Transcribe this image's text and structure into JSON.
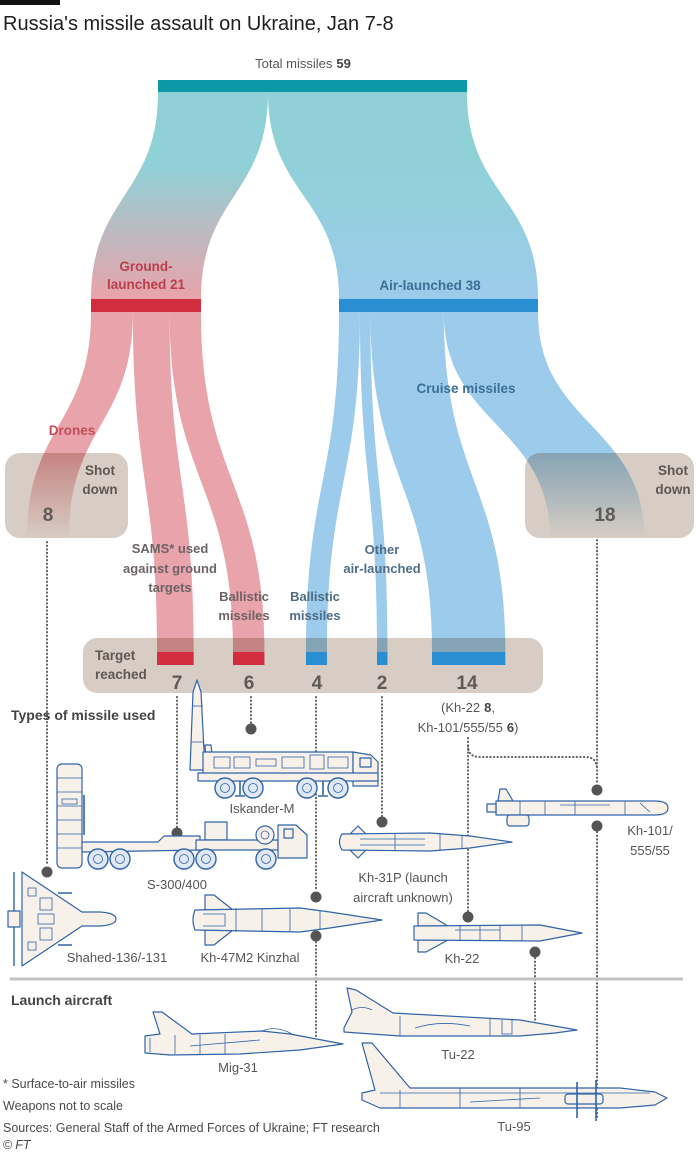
{
  "header": {
    "title": "Russia's missile assault on Ukraine, Jan 7-8"
  },
  "sankey": {
    "total": {
      "label": "Total missiles",
      "value": "59"
    },
    "ground": {
      "line1": "Ground-",
      "line2": "launched 21"
    },
    "air": {
      "label": "Air-launched 38"
    },
    "drones_label": "Drones",
    "cruise_label": "Cruise missiles",
    "shot_down_ground": {
      "line1": "Shot",
      "line2": "down",
      "value": "8"
    },
    "shot_down_air": {
      "line1": "Shot",
      "line2": "down",
      "value": "18"
    },
    "sams_label": [
      "SAMS* used",
      "against ground",
      "targets"
    ],
    "ballistic_ground_label": [
      "Ballistic",
      "missiles"
    ],
    "ballistic_air_label": [
      "Ballistic",
      "missiles"
    ],
    "other_air_label": [
      "Other",
      "air-launched"
    ],
    "target_reached": {
      "line1": "Target",
      "line2": "reached",
      "values": [
        "7",
        "6",
        "4",
        "2",
        "14"
      ]
    },
    "cruise_breakdown": {
      "line1": {
        "prefix": "(Kh-22",
        "num": "8",
        "suffix": ","
      },
      "line2": {
        "prefix": "Kh-101/555/55",
        "num": "6",
        "suffix": ")"
      }
    }
  },
  "missile_types": {
    "heading": "Types of missile used",
    "items": [
      {
        "id": "iskander",
        "label": "Iskander-M",
        "icon": "iskander-m-launcher"
      },
      {
        "id": "s300",
        "label": "S-300/400",
        "icon": "s-300-400-launcher"
      },
      {
        "id": "kh31p",
        "lines": [
          "Kh-31P (launch",
          "aircraft unknown)"
        ],
        "icon": "kh-31p-missile"
      },
      {
        "id": "kh101",
        "lines": [
          "Kh-101/",
          "555/55"
        ],
        "icon": "kh-101-missile"
      },
      {
        "id": "shahed",
        "label": "Shahed-136/-131",
        "icon": "shahed-drone"
      },
      {
        "id": "kinzhal",
        "label": "Kh-47M2 Kinzhal",
        "icon": "kinzhal-missile"
      },
      {
        "id": "kh22",
        "label": "Kh-22",
        "icon": "kh-22-missile"
      }
    ]
  },
  "launch_aircraft": {
    "heading": "Launch aircraft",
    "items": [
      {
        "label": "Mig-31",
        "icon": "mig-31-aircraft"
      },
      {
        "label": "Tu-22",
        "icon": "tu-22-aircraft"
      },
      {
        "label": "Tu-95",
        "icon": "tu-95-aircraft"
      }
    ]
  },
  "footnotes": {
    "sams": "* Surface-to-air missiles",
    "scale": "Weapons not to scale",
    "sources": "Sources: General Staff of the Armed Forces of Ukraine; FT research",
    "copyright": {
      "symbol": "©",
      "owner": "FT"
    }
  },
  "colors": {
    "total_bar": "#0b99a7",
    "ground_bar": "#d12d3e",
    "air_bar": "#2a8fd2",
    "ground_flow": "#e9a3aa",
    "air_flow": "#9dcbeb",
    "total_flow": "#8fd1d7",
    "outcome_box": "#d7cdc4",
    "illustration_stroke": "#2f64a7"
  },
  "chart_data": {
    "type": "sankey",
    "title": "Russia's missile assault on Ukraine, Jan 7-8",
    "units": "missiles",
    "nodes": [
      {
        "id": "total",
        "label": "Total missiles",
        "value": 59
      },
      {
        "id": "ground",
        "label": "Ground-launched",
        "value": 21
      },
      {
        "id": "air",
        "label": "Air-launched",
        "value": 38
      },
      {
        "id": "shot_down_ground",
        "label": "Shot down",
        "value": 8
      },
      {
        "id": "shot_down_air",
        "label": "Shot down",
        "value": 18
      },
      {
        "id": "target_sams",
        "label": "Target reached (SAMS used against ground targets)",
        "value": 7
      },
      {
        "id": "target_ballistic_ground",
        "label": "Target reached (Ballistic missiles, ground)",
        "value": 6
      },
      {
        "id": "target_ballistic_air",
        "label": "Target reached (Ballistic missiles, air)",
        "value": 4
      },
      {
        "id": "target_other_air",
        "label": "Target reached (Other air-launched)",
        "value": 2
      },
      {
        "id": "target_cruise",
        "label": "Target reached (Cruise missiles: Kh-22 8, Kh-101/555/55 6)",
        "value": 14
      }
    ],
    "links": [
      {
        "id": "total-ground",
        "source": "total",
        "target": "ground",
        "value": 21,
        "label": ""
      },
      {
        "id": "total-air",
        "source": "total",
        "target": "air",
        "value": 38,
        "label": ""
      },
      {
        "id": "ground-drones",
        "source": "ground",
        "target": "shot_down_ground",
        "value": 8,
        "label": "Drones"
      },
      {
        "id": "ground-sams",
        "source": "ground",
        "target": "target_sams",
        "value": 7,
        "label": "SAMS* used against ground targets"
      },
      {
        "id": "ground-ballistic",
        "source": "ground",
        "target": "target_ballistic_ground",
        "value": 6,
        "label": "Ballistic missiles"
      },
      {
        "id": "air-ballistic",
        "source": "air",
        "target": "target_ballistic_air",
        "value": 4,
        "label": "Ballistic missiles"
      },
      {
        "id": "air-other",
        "source": "air",
        "target": "target_other_air",
        "value": 2,
        "label": "Other air-launched"
      },
      {
        "id": "air-cruise-target",
        "source": "air",
        "target": "target_cruise",
        "value": 14,
        "label": "Cruise missiles"
      },
      {
        "id": "air-cruise-down",
        "source": "air",
        "target": "shot_down_air",
        "value": 18,
        "label": "Cruise missiles"
      }
    ]
  }
}
